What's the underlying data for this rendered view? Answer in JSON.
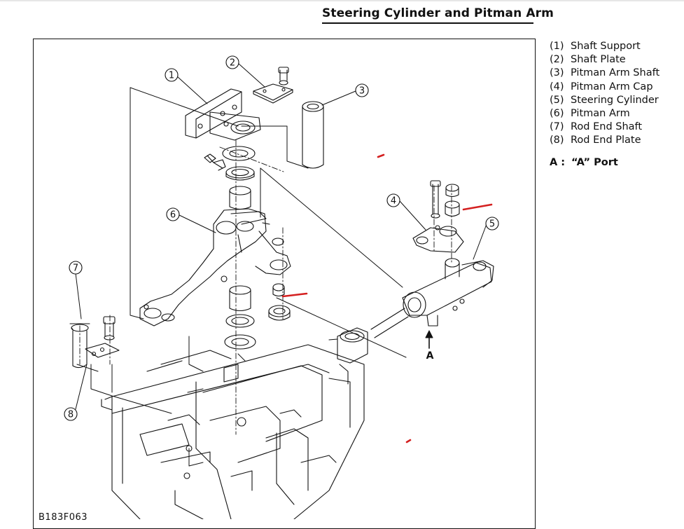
{
  "title": "Steering Cylinder and Pitman Arm",
  "legend": [
    {
      "num": "(1)",
      "label": "Shaft Support"
    },
    {
      "num": "(2)",
      "label": "Shaft Plate"
    },
    {
      "num": "(3)",
      "label": "Pitman Arm Shaft"
    },
    {
      "num": "(4)",
      "label": "Pitman Arm Cap"
    },
    {
      "num": "(5)",
      "label": "Steering Cylinder"
    },
    {
      "num": "(6)",
      "label": "Pitman Arm"
    },
    {
      "num": "(7)",
      "label": "Rod End Shaft"
    },
    {
      "num": "(8)",
      "label": "Rod End Plate"
    }
  ],
  "port": {
    "key": "A :",
    "label": "“A” Port"
  },
  "callouts": {
    "c1": "1",
    "c2": "2",
    "c3": "3",
    "c4": "4",
    "c5": "5",
    "c6": "6",
    "c7": "7",
    "c8": "8"
  },
  "port_marker": "A",
  "figure_code": "B183F063",
  "colors": {
    "line": "#111111",
    "annotation": "#d42020"
  }
}
